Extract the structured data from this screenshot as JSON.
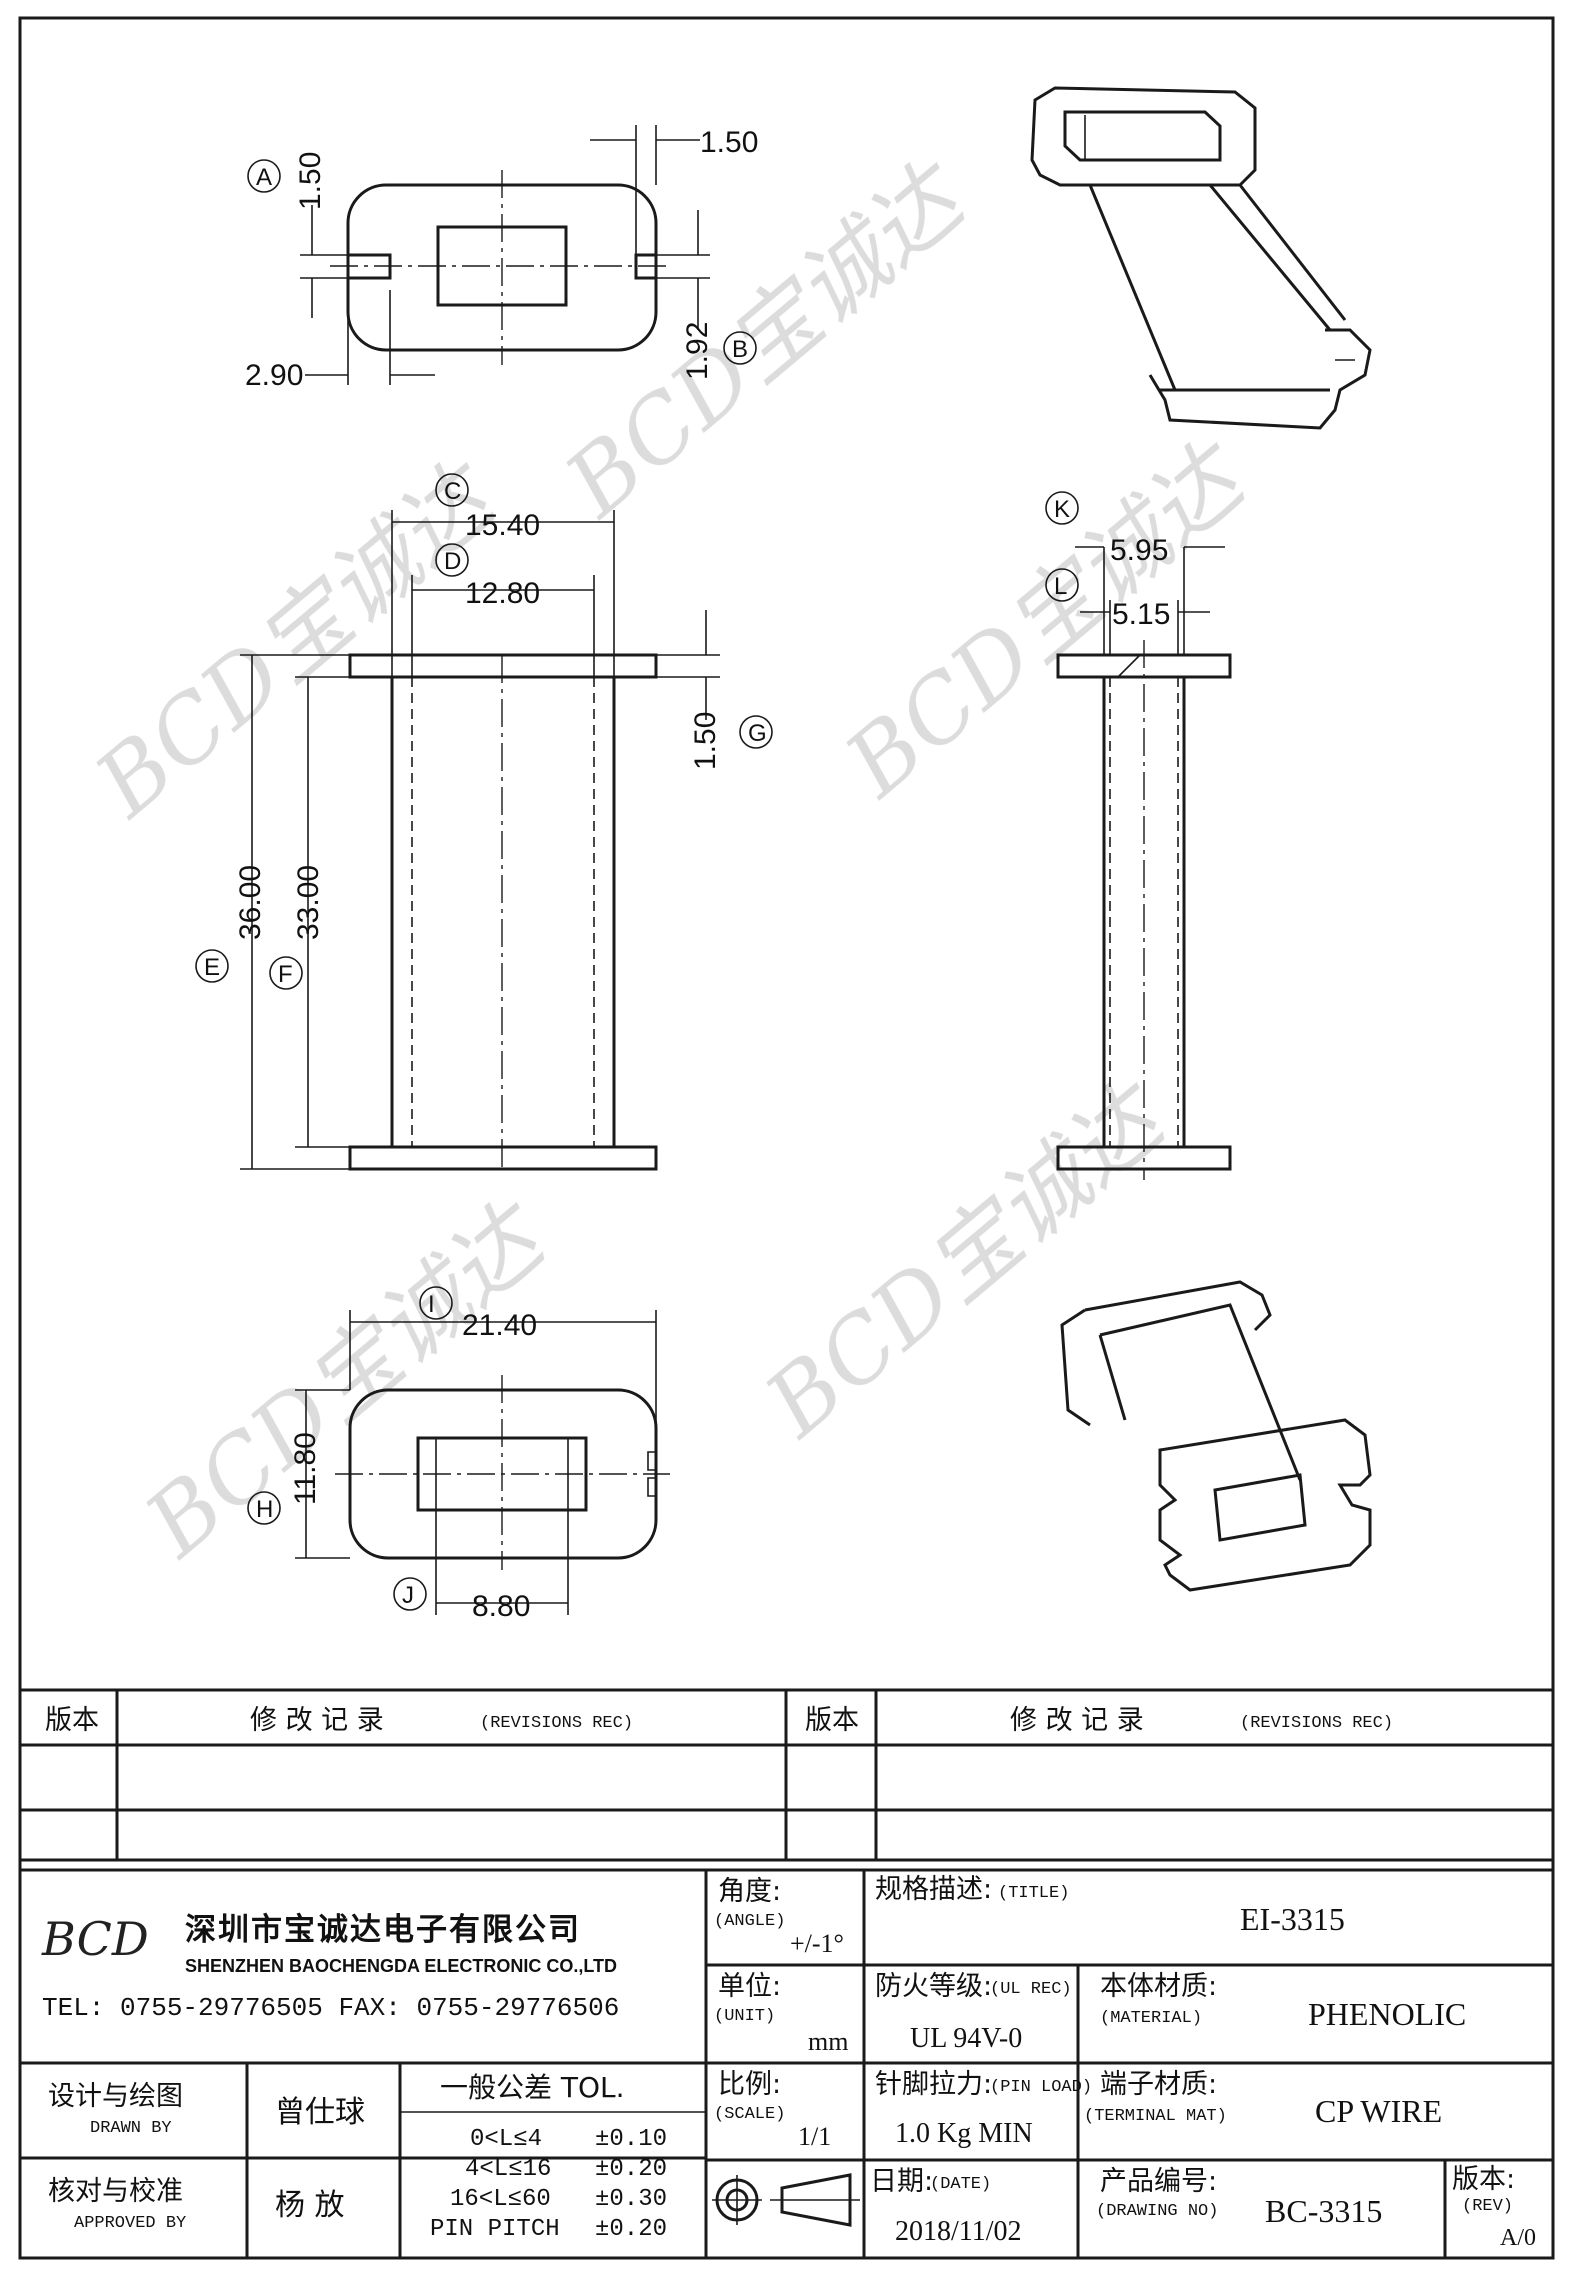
{
  "drawing": {
    "top_view": {
      "dims": [
        "1.50",
        "1.50",
        "2.90",
        "1.92"
      ],
      "labels": [
        "A",
        "B"
      ]
    },
    "front_view": {
      "dims": [
        "15.40",
        "12.80",
        "1.50",
        "36.00",
        "33.00"
      ],
      "labels": [
        "C",
        "D",
        "G",
        "E",
        "F"
      ]
    },
    "side_view": {
      "dims": [
        "5.95",
        "5.15"
      ],
      "labels": [
        "K",
        "L"
      ]
    },
    "bottom_view": {
      "dims": [
        "21.40",
        "11.80",
        "8.80"
      ],
      "labels": [
        "I",
        "H",
        "J"
      ]
    },
    "watermark": "BCD宝诚达"
  },
  "revisions": {
    "col_version": "版本",
    "col_record": "修 改 记 录",
    "col_record_en": "(REVISIONS REC)",
    "col_version2": "版本",
    "col_record2": "修 改 记 录",
    "col_record2_en": "(REVISIONS REC)"
  },
  "company": {
    "logo": "BCD",
    "name_cn": "深圳市宝诚达电子有限公司",
    "name_en": "SHENZHEN BAOCHENGDA ELECTRONIC CO.,LTD",
    "contact": "TEL: 0755-29776505  FAX: 0755-29776506"
  },
  "title_block": {
    "angle_label": "角度:",
    "angle_en": "(ANGLE)",
    "angle_value": "+/-1°",
    "title_label": "规格描述:",
    "title_en": "(TITLE)",
    "title_value": "EI-3315",
    "unit_label": "单位:",
    "unit_en": "(UNIT)",
    "unit_value": "mm",
    "ul_label": "防火等级:",
    "ul_en": "(UL REC)",
    "ul_value": "UL 94V-0",
    "material_label": "本体材质:",
    "material_en": "(MATERIAL)",
    "material_value": "PHENOLIC",
    "drawn_label": "设计与绘图",
    "drawn_en": "DRAWN BY",
    "drawn_value": "曾仕球",
    "tol_title": "一般公差 TOL.",
    "tol_rows": [
      {
        "range": "0<L≤4",
        "tol": "±0.10"
      },
      {
        "range": "4<L≤16",
        "tol": "±0.20"
      },
      {
        "range": "16<L≤60",
        "tol": "±0.30"
      },
      {
        "range": "PIN PITCH",
        "tol": "±0.20"
      }
    ],
    "scale_label": "比例:",
    "scale_en": "(SCALE)",
    "scale_value": "1/1",
    "pin_label": "针脚拉力:",
    "pin_en": "(PIN LOAD)",
    "pin_value": "1.0 Kg MIN",
    "terminal_label": "端子材质:",
    "terminal_en": "(TERMINAL MAT)",
    "terminal_value": "CP WIRE",
    "approved_label": "核对与校准",
    "approved_en": "APPROVED BY",
    "approved_value": "杨  放",
    "date_label": "日期:",
    "date_en": "(DATE)",
    "date_value": "2018/11/02",
    "drawing_no_label": "产品编号:",
    "drawing_no_en": "(DRAWING NO)",
    "drawing_no_value": "BC-3315",
    "rev_label": "版本:",
    "rev_en": "(REV)",
    "rev_value": "A/0"
  }
}
